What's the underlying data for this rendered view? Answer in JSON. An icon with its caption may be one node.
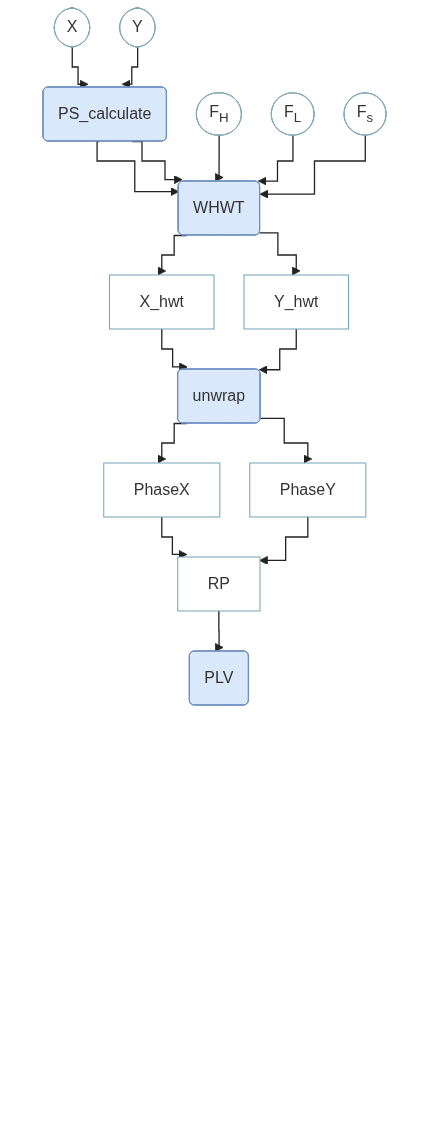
{
  "diagram": {
    "nodes": [
      {
        "text": [
          "X"
        ]
      },
      {
        "text": [
          "Y"
        ]
      },
      {
        "text": [
          "PS_calculate"
        ]
      },
      {
        "text": [
          "F$_{H}$"
        ]
      },
      {
        "text": [
          "F$_{L}$"
        ]
      },
      {
        "text": [
          "F$_{s}$"
        ]
      },
      {
        "text": [
          "WHWT"
        ]
      },
      {
        "text": [
          "X_hwt"
        ]
      },
      {
        "text": [
          "Y_hwt"
        ]
      },
      {
        "text": [
          "unwrap"
        ]
      },
      {
        "text": [
          "PhaseX"
        ]
      },
      {
        "text": [
          "PhaseY"
        ]
      },
      {
        "text": [
          "RP"
        ]
      },
      {
        "text": [
          "PLV"
        ]
      }
    ],
    "edges": [
      {
        "from": 0,
        "to": 2,
        "arrow": "to"
      },
      {
        "from": 1,
        "to": 2,
        "arrow": "to"
      },
      {
        "from": 2,
        "to": 6,
        "arrow": "to"
      },
      {
        "from": 2,
        "to": 6,
        "arrow": "to"
      },
      {
        "from": 3,
        "to": 6,
        "arrow": "to"
      },
      {
        "from": 4,
        "to": 6,
        "arrow": "to"
      },
      {
        "from": 5,
        "to": 6,
        "arrow": "to"
      },
      {
        "from": 6,
        "to": 7,
        "arrow": "to"
      },
      {
        "from": 6,
        "to": 8,
        "arrow": "to"
      },
      {
        "from": 7,
        "to": 9,
        "arrow": "to"
      },
      {
        "from": 8,
        "to": 9,
        "arrow": "to"
      },
      {
        "from": 9,
        "to": 10,
        "arrow": "to"
      },
      {
        "from": 9,
        "to": 11,
        "arrow": "to"
      },
      {
        "from": 10,
        "to": 12,
        "arrow": "to"
      },
      {
        "from": 11,
        "to": 12,
        "arrow": "to"
      },
      {
        "from": 12,
        "to": 13,
        "arrow": "to"
      }
    ]
  }
}
